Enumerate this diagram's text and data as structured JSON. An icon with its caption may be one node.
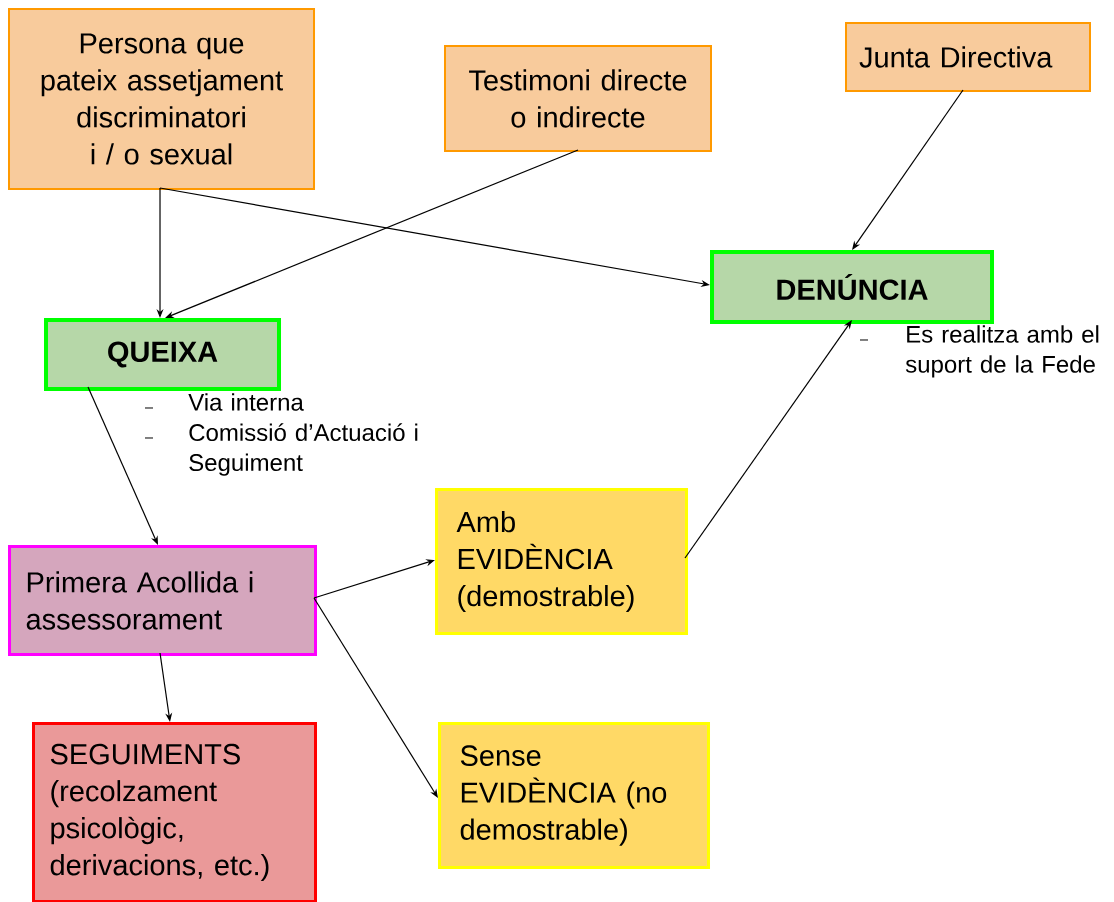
{
  "diagram": {
    "nodes": [
      {
        "text": [
          "Persona que pateix assetjament discriminatori i / o sexual"
        ]
      },
      {
        "text": [
          "Testimoni directe o indirecte"
        ]
      },
      {
        "text": [
          "Junta Directiva"
        ]
      },
      {
        "text": [
          "DENÚNCIA"
        ],
        "beside": [
          "Es realitza amb el suport de la Fede"
        ]
      },
      {
        "text": [
          "QUEIXA"
        ],
        "beside": [
          "Via interna",
          "Comissió d’Actuació i Seguiment"
        ]
      },
      {
        "text": [
          "Primera Acollida i assessorament"
        ]
      },
      {
        "text": [
          "Amb EVIDÈNCIA (demostrable)"
        ]
      },
      {
        "text": [
          "SEGUIMENTS (recolzament psicològic, derivacions, etc.)"
        ]
      },
      {
        "text": [
          "Sense EVIDÈNCIA (no demostrable)"
        ]
      }
    ],
    "edges": [
      {
        "from": 0,
        "to": 4,
        "arrow": "to"
      },
      {
        "from": 0,
        "to": 3,
        "arrow": "to"
      },
      {
        "from": 1,
        "to": 4,
        "arrow": "to"
      },
      {
        "from": 2,
        "to": 3,
        "arrow": "to"
      },
      {
        "from": 4,
        "to": 5,
        "arrow": "to"
      },
      {
        "from": 5,
        "to": 6,
        "arrow": "to"
      },
      {
        "from": 5,
        "to": 8,
        "arrow": "to"
      },
      {
        "from": 5,
        "to": 7,
        "arrow": "to"
      },
      {
        "from": 6,
        "to": 3,
        "arrow": "to"
      }
    ]
  }
}
